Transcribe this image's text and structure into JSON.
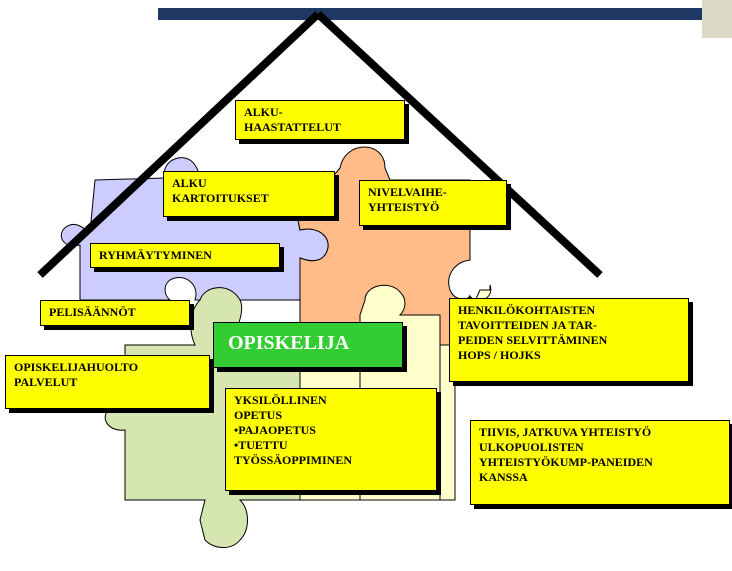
{
  "colors": {
    "top_bar": "#1f3864",
    "corner_block": "#d9d9c4",
    "roof": "#000000",
    "piece_purple": "#ccccff",
    "piece_orange": "#ffbb88",
    "piece_cream": "#ffffcc",
    "piece_green": "#d6e6b0",
    "label_bg": "#ffff00",
    "center_bg": "#33cc33",
    "center_text": "#ffffff"
  },
  "labels": {
    "alku_haastattelut": "ALKU-\nHAASTATTELUT",
    "alku_kartoitukset": "ALKU\nKARTOITUKSET",
    "nivelvaihe": "NIVELVAIHE-\nYHTEISTYÖ",
    "ryhmaytyminen": "RYHMÄYTYMINEN",
    "pelisaannot": "PELISÄÄNNÖT",
    "opiskelija": "OPISKELIJA",
    "henkilokohtaisten": "HENKILÖKOHTAISTEN\nTAVOITTEIDEN JA TAR-\nPEIDEN SELVITTÄMINEN\nHOPS / HOJKS",
    "opiskelijahuolto": "OPISKELIJAHUOLTO\nPALVELUT",
    "yksilollinen": "YKSILÖLLINEN\nOPETUS\n•PAJAOPETUS\n•TUETTU\nTYÖSSÄOPPIMINEN",
    "tiivis": "TIIVIS, JATKUVA YHTEISTYÖ\nULKOPUOLISTEN\nYHTEISTYÖKUMP-PANEIDEN\nKANSSA"
  }
}
